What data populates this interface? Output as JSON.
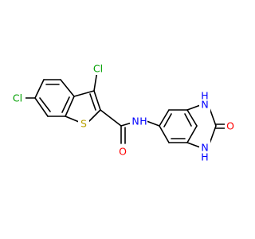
{
  "molecule": {
    "atoms": [
      {
        "label": "Cl",
        "color": "#00a000"
      },
      {
        "label": "Cl",
        "color": "#00a000"
      },
      {
        "label": "S",
        "color": "#b8a000"
      },
      {
        "label": "O",
        "color": "#ff0000"
      },
      {
        "label": "N",
        "color": "#0000ff",
        "sublabel": "H"
      },
      {
        "label": "H",
        "color": "#0000ff",
        "sublabel": "N"
      },
      {
        "label": "H",
        "color": "#0000ff",
        "sublabel": "N"
      }
    ]
  }
}
